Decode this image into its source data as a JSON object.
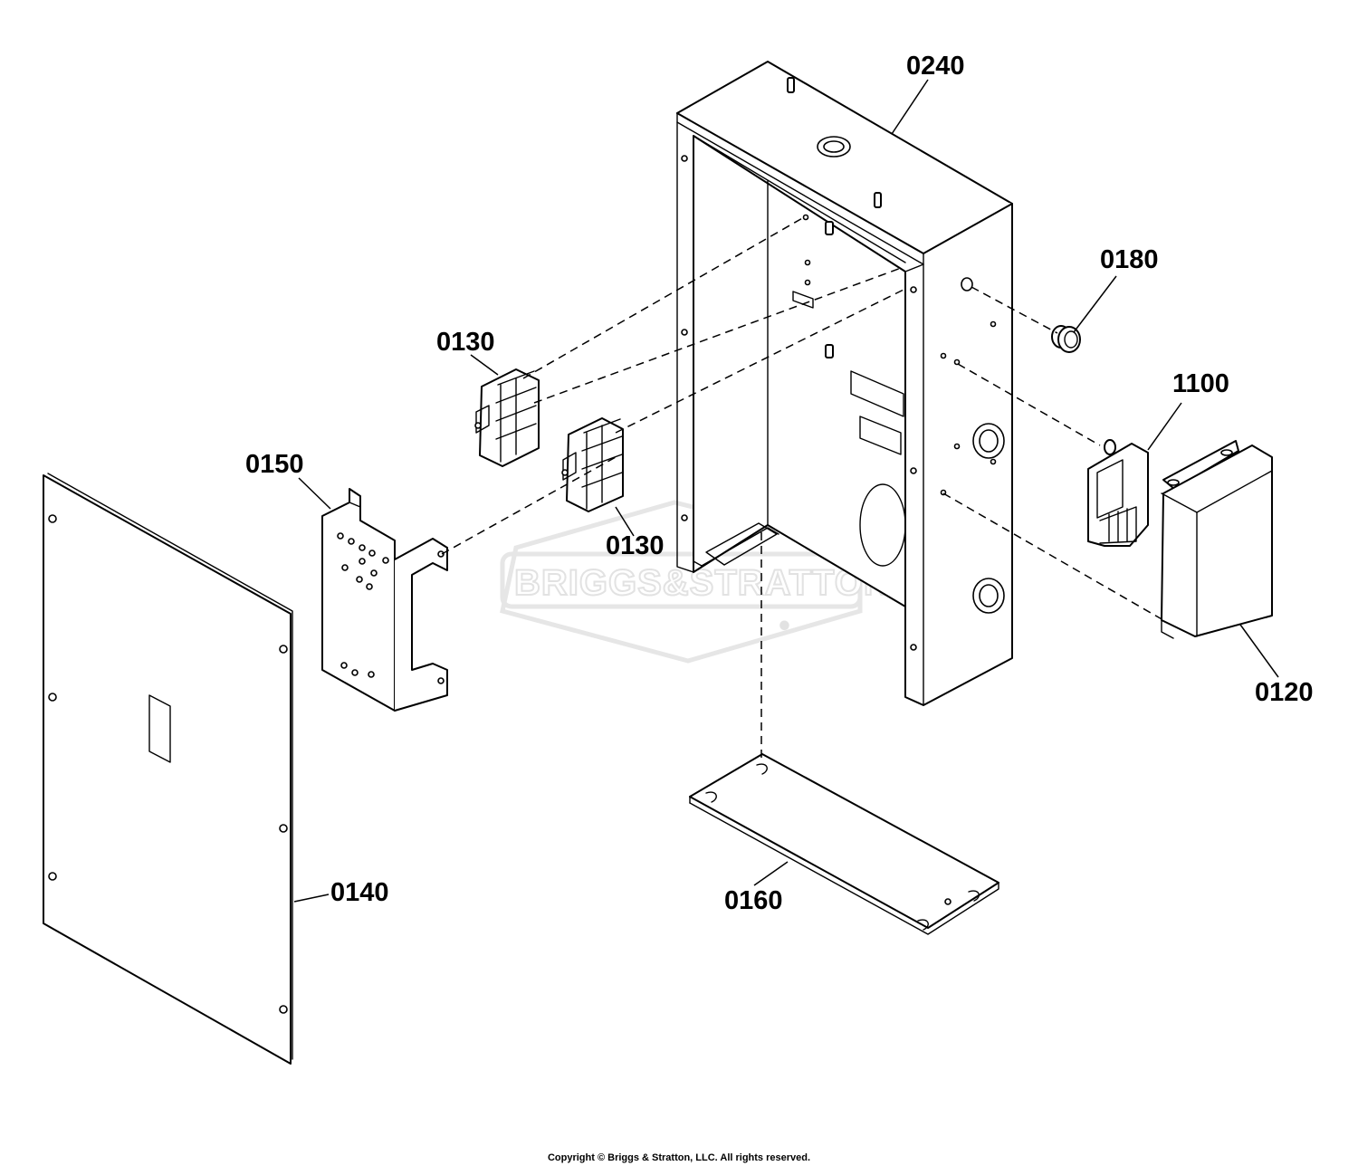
{
  "callouts": {
    "c0240": "0240",
    "c0180": "0180",
    "c0130a": "0130",
    "c0130b": "0130",
    "c1100": "1100",
    "c0150": "0150",
    "c0120": "0120",
    "c0140": "0140",
    "c0160": "0160"
  },
  "watermark": {
    "text": "BRIGGS&STRATTON",
    "mark": "®"
  },
  "footer": {
    "copyright": "Copyright © Briggs & Stratton, LLC. All rights reserved."
  },
  "colors": {
    "line": "#000000",
    "background": "#ffffff",
    "watermark": "#e2e2e2"
  }
}
